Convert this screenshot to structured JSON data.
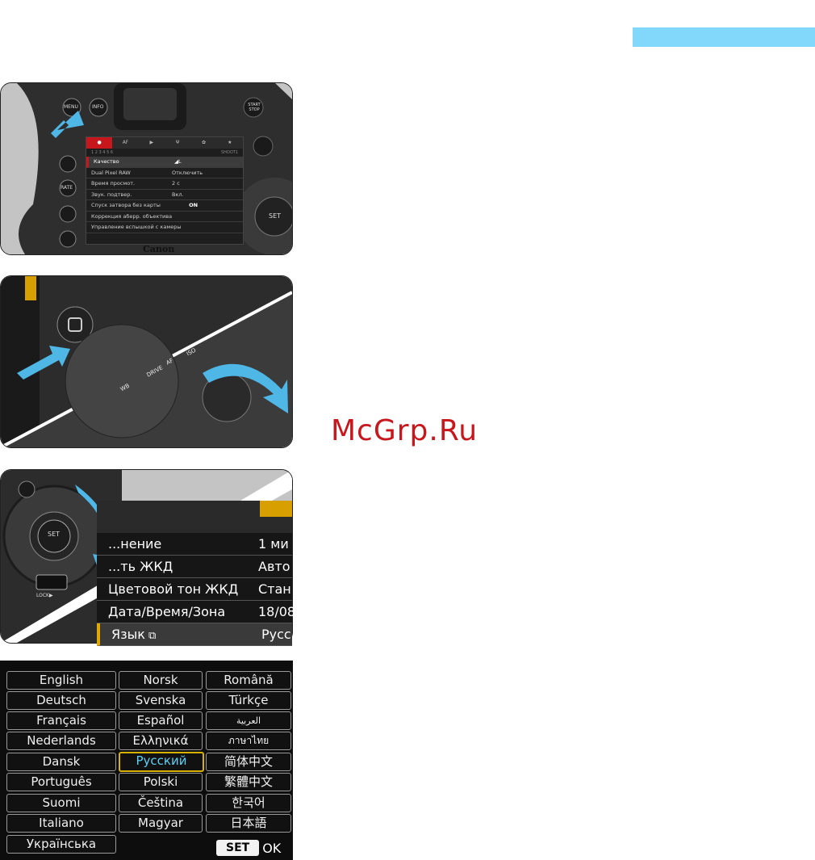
{
  "header": {
    "accent_color": "#82d8fb"
  },
  "step1": {
    "buttons": [
      "MENU",
      "INFO",
      "RATE",
      "SET"
    ],
    "start_stop": "START STOP",
    "brand": "Canon",
    "menu": {
      "tabs": [
        "AF",
        "★"
      ],
      "page_numbers": "1   2   3   4   5   6",
      "shoot_label": "SHOOT1",
      "rows": [
        {
          "key": "Качество",
          "value": "◢L"
        },
        {
          "key": "Dual Pixel RAW",
          "value": "Отключить"
        },
        {
          "key": "Время просмот.",
          "value": "2 с"
        },
        {
          "key": "Звук. подтвер.",
          "value": "Вкл."
        },
        {
          "key": "Спуск затвора без карты",
          "value": "ON"
        },
        {
          "key": "Коррекция аберр. объектива",
          "value": ""
        },
        {
          "key": "Управление вспышкой с камеры",
          "value": ""
        }
      ]
    }
  },
  "step2": {
    "labels": [
      "WB",
      "DRIVE",
      "AF",
      "ISO"
    ]
  },
  "step3": {
    "lock": "LOCK▶",
    "set": "SET",
    "rows": [
      {
        "key": "...нение",
        "value": "1 ми"
      },
      {
        "key": "...ть ЖКД",
        "value": "Авто"
      },
      {
        "key": "Цветовой тон ЖКД",
        "value": "Стан"
      },
      {
        "key": "Дата/Время/Зона",
        "value": "18/08"
      },
      {
        "key": "Язык",
        "value": "Русс"
      }
    ]
  },
  "watermark": "McGrp.Ru",
  "languages": {
    "col1": [
      "English",
      "Deutsch",
      "Français",
      "Nederlands",
      "Dansk",
      "Português",
      "Suomi",
      "Italiano",
      "Українська"
    ],
    "col2": [
      "Norsk",
      "Svenska",
      "Español",
      "Ελληνικά",
      "Русский",
      "Polski",
      "Čeština",
      "Magyar"
    ],
    "col3": [
      "Română",
      "Türkçe",
      "العربية",
      "ภาษาไทย",
      "简体中文",
      "繁體中文",
      "한국어",
      "日本語"
    ],
    "selected": "Русский",
    "set_key": "SET",
    "ok": "OK"
  }
}
